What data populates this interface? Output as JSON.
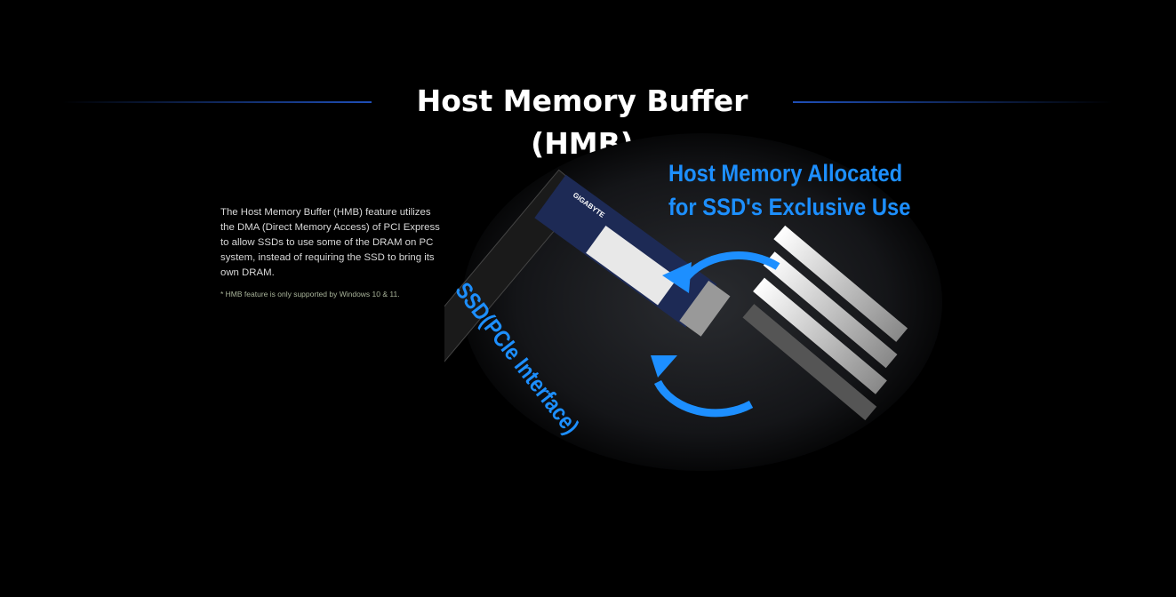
{
  "header": {
    "title": "Host Memory Buffer (HMB)"
  },
  "content": {
    "description": "The Host Memory Buffer (HMB) feature utilizes the DMA (Direct Memory Access) of PCI Express to allow SSDs to use some of the DRAM on PC system, instead of requiring the SSD to bring its own DRAM.",
    "footnote": "* HMB feature is only supported by Windows 10 & 11."
  },
  "illustration": {
    "caption_line1": "Host Memory Allocated",
    "caption_line2": "for SSD's Exclusive Use",
    "ssd_label": "SSD(PCIe Interface)",
    "ssd_brand": "GIGABYTE",
    "accent_color": "#1d8fff"
  }
}
